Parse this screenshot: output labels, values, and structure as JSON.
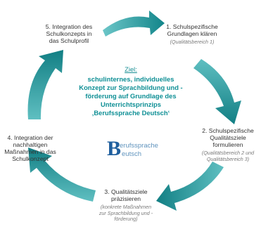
{
  "goal": {
    "label": "Ziel:",
    "text": "schulinternes, individuelles Konzept zur Sprachbildung und -förderung auf Grundlage des Unterrichtsprinzips ‚Berufssprache Deutsch‘"
  },
  "steps": [
    {
      "title": "1. Schulspezifische Grundlagen klären",
      "note": "(Qualitätsbereich 1)"
    },
    {
      "title": "2. Schulspezifische Qualitätsziele formulieren",
      "note": "(Qualitätsbereich 2 und Qualitätsbereich 3)"
    },
    {
      "title": "3. Qualitätsziele präzisieren",
      "note": "(konkrete Maßnahmen zur Sprachbildung und -förderung)"
    },
    {
      "title": "4. Integration der nachhaltigen Maßnahmen in das Schulkonzept",
      "note": ""
    },
    {
      "title": "5. Integration des Schulkonzepts in das Schulprofil",
      "note": ""
    }
  ],
  "logo": {
    "initial": "B",
    "line1": "erufssprache",
    "line2": "eutsch"
  },
  "colors": {
    "arrow": "#1c8a8f",
    "arrow_light": "#5ec0c2",
    "goal_text": "#0e8f95",
    "logo": "#1f5f9e"
  }
}
